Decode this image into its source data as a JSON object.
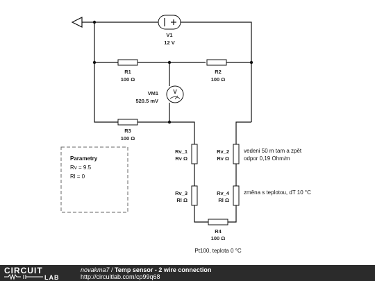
{
  "circuit": {
    "v1": {
      "name": "V1",
      "value": "12 V"
    },
    "r1": {
      "name": "R1",
      "value": "100 Ω"
    },
    "r2": {
      "name": "R2",
      "value": "100 Ω"
    },
    "vm1": {
      "name": "VM1",
      "value": "520.5 mV",
      "symbol": "V"
    },
    "r3": {
      "name": "R3",
      "value": "100 Ω"
    },
    "rv1": {
      "name": "Rv_1",
      "value": "Rv Ω"
    },
    "rv2": {
      "name": "Rv_2",
      "value": "Rv Ω"
    },
    "rv3": {
      "name": "Rv_3",
      "value": "Rl Ω"
    },
    "rv4": {
      "name": "Rv_4",
      "value": "Rl Ω"
    },
    "r4": {
      "name": "R4",
      "value": "100 Ω"
    }
  },
  "notes": {
    "wire_line1": "vedeni 50 m tam a zpět",
    "wire_line2": "odpor 0,19 Ohm/m",
    "temp_change": "změna s teplotou, dT 10 °C",
    "pt100": "Pt100, teplota 0 °C"
  },
  "params": {
    "title": "Parametry",
    "rv": "Rv = 9.5",
    "rl": "Rl = 0"
  },
  "footer": {
    "logo_top": "CIRCUIT",
    "logo_bottom": "LAB",
    "author": "novakma7",
    "separator": " / ",
    "project": "Temp sensor - 2 wire connection",
    "url": "http://circuitlab.com/cp99q68"
  }
}
